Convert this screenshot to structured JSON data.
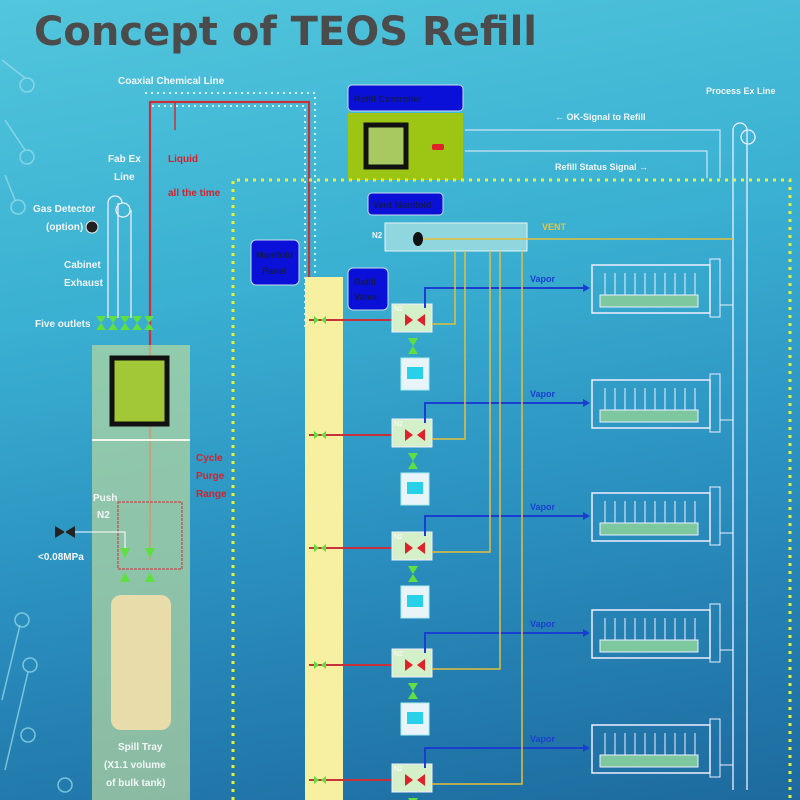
{
  "title": "Concept of TEOS Refill",
  "labels": {
    "coaxial_line": "Coaxial Chemical Line",
    "liquid": "Liquid",
    "all_the_time": "all the time",
    "fab_ex_line": [
      "Fab Ex",
      "Line"
    ],
    "gas_detector": [
      "Gas Detector",
      "(option)"
    ],
    "cabinet_exhaust": [
      "Cabinet",
      "Exhaust"
    ],
    "five_outlets": "Five outlets",
    "cycle_purge": [
      "Cycle",
      "Purge",
      "Range"
    ],
    "push_n2": [
      "Push",
      "N2"
    ],
    "pressure": "<0.08MPa",
    "spill_tray": [
      "Spill Tray",
      "(X1.1 volume",
      "of bulk tank)"
    ],
    "refill_controller": "Refill Controller",
    "ok_signal": "← OK-Signal to Refill",
    "status_signal": "Refill Status Signal →",
    "process_ex_line": "Process Ex Line",
    "vent_manifold": "Vent Manifold",
    "n2": "N2",
    "vent": "VENT",
    "manifold_panel": [
      "Manifold",
      "Panel"
    ],
    "refill_valve": [
      "Refill",
      "Valve"
    ],
    "vapor": "Vapor"
  },
  "units": 5,
  "colors": {
    "liquid": "#c8303a",
    "vapor": "#1a3fd0",
    "vent": "#e2bf3c",
    "panel": "#0a10d8",
    "controller": "#9cc514",
    "dotted": "#e8f03a"
  }
}
